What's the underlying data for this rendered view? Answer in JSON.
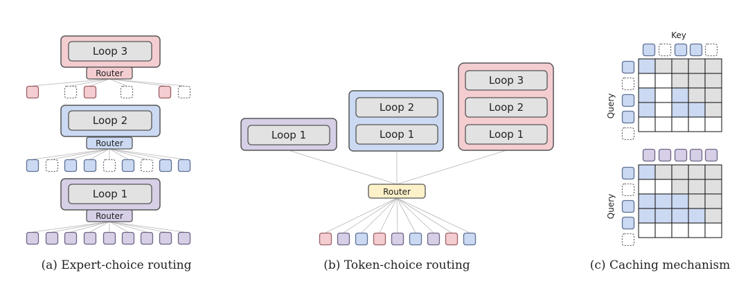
{
  "loop_labels": {
    "loop1": "Loop 1",
    "loop2": "Loop 2",
    "loop3": "Loop 3"
  },
  "router_label": "Router",
  "captions": {
    "a": "(a) Expert-choice routing",
    "b": "(b) Token-choice routing",
    "c": "(c) Caching mechanism"
  },
  "caching": {
    "key_label": "Key",
    "query_label": "Query"
  },
  "colors": {
    "red_fill": "#f4cdd1",
    "red_stroke": "#9c5f66",
    "blue_fill": "#cbd9f2",
    "blue_stroke": "#5d6f92",
    "purple_fill": "#d6cfe6",
    "purple_stroke": "#6e6485",
    "inner_fill": "#e2e2e2",
    "router_yellow": "#fdf1c9",
    "grid_gray": "#e0e0e0",
    "grid_blue": "#cbd9f2"
  },
  "expert_choice": {
    "row3_tokens": [
      "red",
      "empty",
      "red",
      "empty",
      "red",
      "empty"
    ],
    "row2_tokens": [
      "blue",
      "empty",
      "blue",
      "blue",
      "empty",
      "blue",
      "empty",
      "blue",
      "blue"
    ],
    "row1_tokens": [
      "purple",
      "purple",
      "purple",
      "purple",
      "purple",
      "purple",
      "purple",
      "purple",
      "purple"
    ]
  },
  "token_choice": {
    "tokens": [
      "red",
      "purple",
      "blue",
      "red",
      "purple",
      "blue",
      "purple",
      "red",
      "blue"
    ]
  },
  "caching_top": {
    "key_tokens": [
      "blue",
      "empty",
      "blue",
      "blue",
      "empty"
    ],
    "query_tokens": [
      "blue",
      "empty",
      "blue",
      "blue",
      "empty"
    ],
    "grid": [
      [
        "blue",
        "gray",
        "gray",
        "gray",
        "gray"
      ],
      [
        "white",
        "white",
        "gray",
        "gray",
        "gray"
      ],
      [
        "blue",
        "white",
        "blue",
        "gray",
        "gray"
      ],
      [
        "blue",
        "white",
        "blue",
        "blue",
        "gray"
      ],
      [
        "white",
        "white",
        "white",
        "white",
        "white"
      ]
    ]
  },
  "caching_bottom": {
    "key_tokens": [
      "purple",
      "purple",
      "purple",
      "purple",
      "purple"
    ],
    "query_tokens": [
      "blue",
      "empty",
      "blue",
      "blue",
      "empty"
    ],
    "grid": [
      [
        "blue",
        "gray",
        "gray",
        "gray",
        "gray"
      ],
      [
        "white",
        "white",
        "gray",
        "gray",
        "gray"
      ],
      [
        "blue",
        "blue",
        "blue",
        "gray",
        "gray"
      ],
      [
        "blue",
        "blue",
        "blue",
        "blue",
        "gray"
      ],
      [
        "white",
        "white",
        "white",
        "white",
        "white"
      ]
    ]
  }
}
